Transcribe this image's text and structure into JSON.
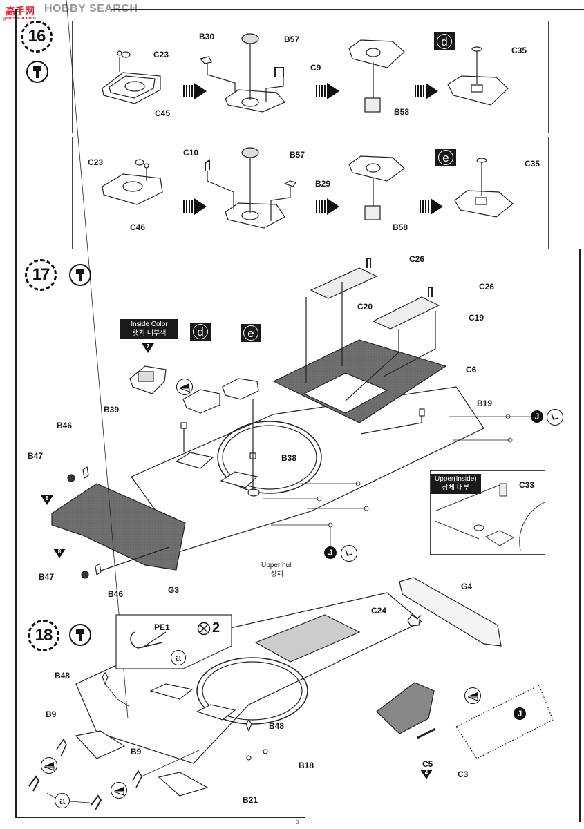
{
  "watermark": {
    "text": "HOBBY SEARCH",
    "logo": "高手网",
    "sub": "gao-shou.com"
  },
  "page_number": "3",
  "step16": {
    "number": "16",
    "tool_icon": "cement-brush-icon",
    "row_d": {
      "labels": {
        "c23": "C23",
        "c45": "C45",
        "b30": "B30",
        "b57": "B57",
        "c9": "C9",
        "b58": "B58",
        "c35": "C35"
      },
      "variant": "d"
    },
    "row_e": {
      "labels": {
        "c23": "C23",
        "c46": "C46",
        "c10": "C10",
        "b57": "B57",
        "b29": "B29",
        "b58": "B58",
        "c35": "C35"
      },
      "variant": "e"
    }
  },
  "step17": {
    "number": "17",
    "tool_icon": "cement-brush-icon",
    "inside_color": {
      "en": "Inside Color",
      "ko": "햇치 내부색",
      "paint_code": "7"
    },
    "variant_d": "d",
    "variant_e": "e",
    "labels": {
      "c26a": "C26",
      "c20": "C20",
      "c26b": "C26",
      "c19": "C19",
      "c6": "C6",
      "b19": "B19",
      "b39": "B39",
      "b46a": "B46",
      "b47a": "B47",
      "b38": "B38",
      "b47b": "B47",
      "b46b": "B46",
      "g3": "G3"
    },
    "paint_code_b47": "8",
    "upper_hull": {
      "en": "Upper hull",
      "ko": "상체"
    },
    "inset": {
      "title_en": "Upper(Inside)",
      "title_ko": "상체 내부",
      "part": "C33"
    },
    "drill_marker": "J"
  },
  "step18": {
    "number": "18",
    "tool_icon": "cement-brush-icon",
    "pe_inset": {
      "part": "PE1",
      "quantity": "2",
      "ref": "a"
    },
    "labels": {
      "g4": "G4",
      "c24": "C24",
      "b48a": "B48",
      "b9a": "B9",
      "b9b": "B9",
      "b48b": "B48",
      "b18": "B18",
      "b21": "B21",
      "c5": "C5",
      "c3": "C3"
    },
    "paint_code_c5": "4",
    "ref_a": "a",
    "drill_marker": "J"
  }
}
